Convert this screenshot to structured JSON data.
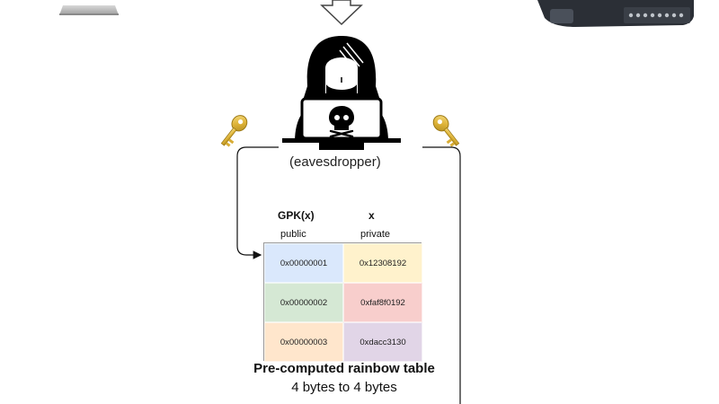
{
  "diagram": {
    "eavesdropper_label": "(eavesdropper)",
    "table": {
      "col_headers": [
        "GPK(x)",
        "x"
      ],
      "col_subheaders": [
        "public",
        "private"
      ],
      "rows": [
        {
          "public": "0x00000001",
          "private": "0x12308192",
          "public_color": "#dae8fc",
          "private_color": "#fff2cc"
        },
        {
          "public": "0x00000002",
          "private": "0xfaf8f0192",
          "public_color": "#d5e8d4",
          "private_color": "#f8cecc"
        },
        {
          "public": "0x00000003",
          "private": "0xdacc3130",
          "public_color": "#ffe6cc",
          "private_color": "#e1d5e7"
        }
      ]
    },
    "caption_title": "Pre-computed rainbow table",
    "caption_sub": "4 bytes to 4 bytes",
    "icons": [
      "laptop-icon",
      "arrow-down-icon",
      "hardware-device-icon",
      "hacker-icon",
      "skull-icon",
      "key-icon",
      "key-icon"
    ]
  }
}
